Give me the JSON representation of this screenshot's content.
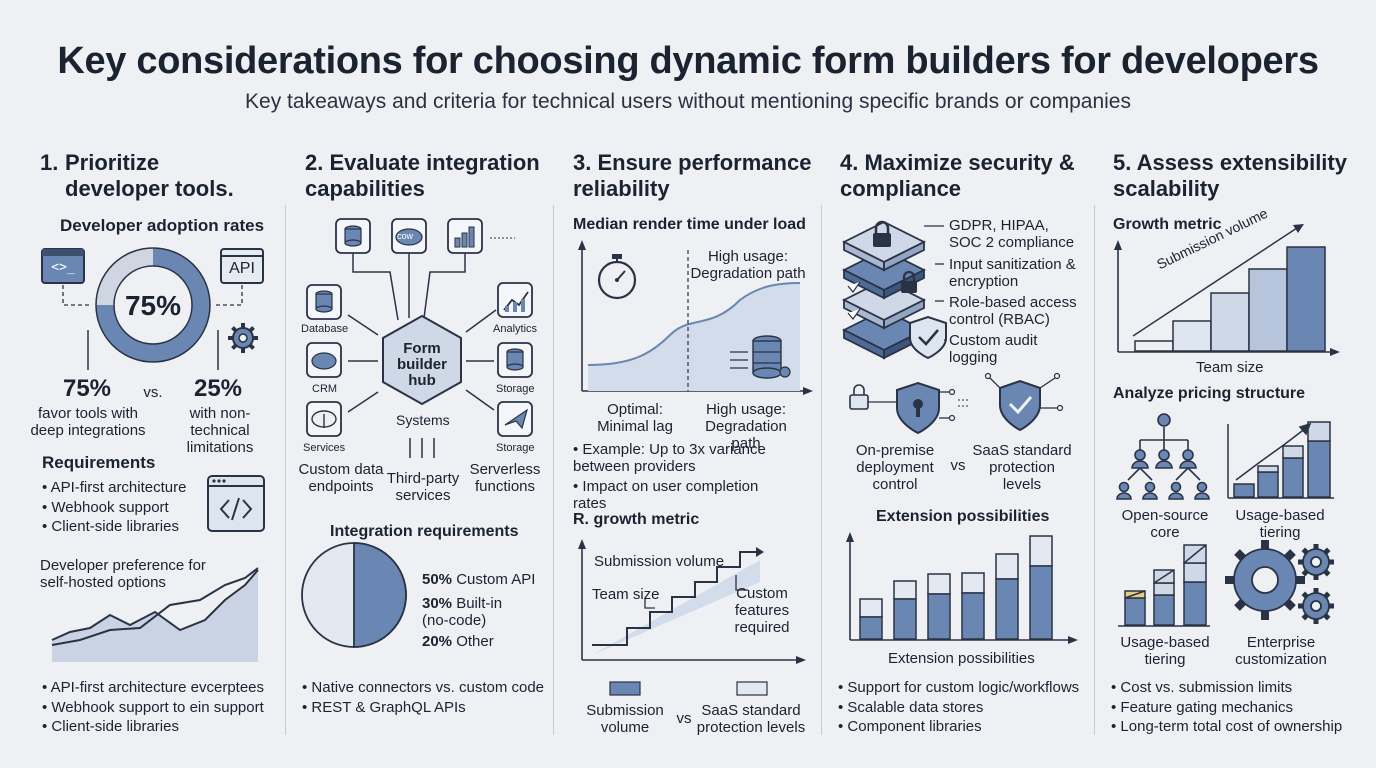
{
  "header": {
    "title": "Key considerations for choosing dynamic form builders for developers",
    "subtitle": "Key takeaways and criteria for technical users without mentioning specific brands or companies"
  },
  "col1": {
    "heading_num": "1.",
    "heading": "Prioritize developer tools.",
    "adoption_title": "Developer adoption rates",
    "donut_value": "75%",
    "donut_fraction": 0.75,
    "api_label": "API",
    "code_glyph": "<>_",
    "stat_left_value": "75%",
    "stat_left_label": "favor tools with deep integrations",
    "vs": "vs.",
    "stat_right_value": "25%",
    "stat_right_label": "with non-technical limitations",
    "requirements_title": "Requirements",
    "requirements": [
      "API-first architecture",
      "Webhook support",
      "Client-side libraries"
    ],
    "preference_title": "Developer preference for self-hosted options",
    "bullets": [
      "API-first architecture evcerptees",
      "Webhook support to ein support",
      "Client-side libraries"
    ]
  },
  "col2": {
    "heading": "2. Evaluate integration capabilities",
    "hub_label": "Form builder hub",
    "cow_label": "cow",
    "node_labels": {
      "database": "Database",
      "analytics": "Analytics",
      "crm": "CRM",
      "storage1": "Storage",
      "services": "Services",
      "storage2": "Storage",
      "systems": "Systems"
    },
    "custom_endpoints": "Custom data endpoints",
    "third_party": "Third-party services",
    "serverless": "Serverless functions",
    "integration_title": "Integration requirements",
    "pie": [
      {
        "pct": "50%",
        "label": "Custom API",
        "value": 50
      },
      {
        "pct": "30%",
        "label": "Built-in (no-code)",
        "value": 30
      },
      {
        "pct": "20%",
        "label": "Other",
        "value": 20
      }
    ],
    "bullets": [
      "Native connectors vs. custom code",
      "REST & GraphQL APIs"
    ]
  },
  "col3": {
    "heading": "3. Ensure performance reliability",
    "chart_title": "Median render time under load",
    "high_usage_top": "High usage: Degradation path",
    "optimal_label": "Optimal: Minimal lag",
    "high_usage_bottom": "High usage: Degradation path",
    "bullets": [
      "Example: Up to 3x variance between providers",
      "Impact on user completion rates"
    ],
    "growth_title_prefix": "R.",
    "growth_title": "growth metric",
    "submission_volume": "Submission volume",
    "team_size": "Team size",
    "custom_features": "Custom features required",
    "legend_left": "Submission volume",
    "legend_vs": "vs",
    "legend_right": "SaaS standard protection levels"
  },
  "col4": {
    "heading": "4. Maximize security & compliance",
    "security_items": [
      "GDPR, HIPAA, SOC 2 compliance",
      "Input sanitization & encryption",
      "Role-based access control (RBAC)",
      "Custom audit logging"
    ],
    "onprem_label": "On-premise deployment control",
    "vs": "vs",
    "saas_label": "SaaS standard protection levels",
    "extension_title": "Extension possibilities",
    "extension_axis_label": "Extension possibilities",
    "bullets": [
      "Support for custom logic/workflows",
      "Scalable data stores",
      "Component libraries"
    ]
  },
  "col5": {
    "heading": "5. Assess extensibility scalability",
    "growth_title": "Growth metric",
    "submission_volume": "Submission volume",
    "team_size": "Team size",
    "pricing_title": "Analyze pricing structure",
    "open_source": "Open-source core",
    "usage_tiering_top": "Usage-based tiering",
    "usage_tiering_bottom": "Usage-based tiering",
    "enterprise": "Enterprise customization",
    "bullets": [
      "Cost vs. submission limits",
      "Feature gating mechanics",
      "Long-term total cost of ownership"
    ]
  },
  "colors": {
    "accent": "#6a86b3",
    "accent_light": "#cdd7e6",
    "ink": "#1b2230",
    "background": "#eef0f4"
  }
}
